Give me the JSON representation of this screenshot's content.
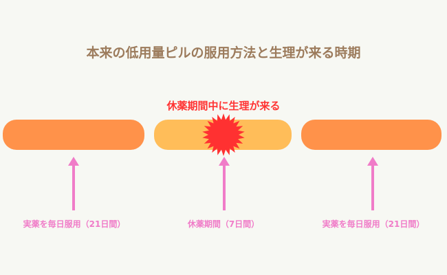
{
  "title": "本来の低用量ピルの服用方法と生理が来る時期",
  "alert": "休薬期間中に生理が来る",
  "segments": [
    {
      "label": "実薬を毎日服用（21日間）",
      "color": "#ff924a"
    },
    {
      "label": "休薬期間（7日間）",
      "color": "#ffbd59"
    },
    {
      "label": "実薬を毎日服用（21日間）",
      "color": "#ff924a"
    }
  ],
  "colors": {
    "burst": "#ff3131",
    "arrow": "#f07cc8"
  }
}
